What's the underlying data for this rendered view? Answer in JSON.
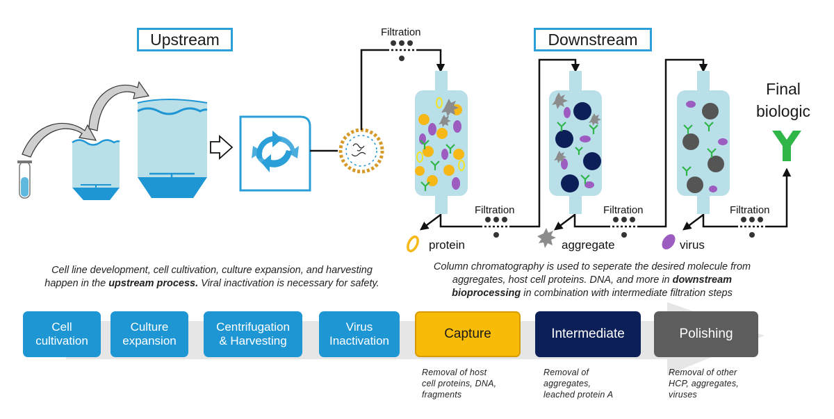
{
  "headers": {
    "upstream": "Upstream",
    "downstream": "Downstream"
  },
  "filtration_labels": [
    "Filtration",
    "Filtration",
    "Filtration",
    "Filtration"
  ],
  "legend": {
    "protein": "protein",
    "aggregate": "aggregate",
    "virus": "virus"
  },
  "final_biologic": {
    "line1": "Final",
    "line2": "biologic"
  },
  "upstream_description": {
    "line1": "Cell line development, cell cultivation, culture expansion, and harvesting",
    "line2_pre": "happen in the ",
    "line2_bold": "upstream process.",
    "line2_post": " Viral inactivation is necessary for safety."
  },
  "downstream_description": {
    "line1": "Column chromatography is used to seperate the desired molecule from",
    "line2_pre": "aggregates, host cell proteins. DNA, and more in ",
    "line2_bold": "downstream",
    "line3_bold": "bioprocessing",
    "line3_post": " in combination with intermediate filtration steps"
  },
  "steps": [
    {
      "label": "Cell\ncultivation",
      "color": "#1e96d4"
    },
    {
      "label": "Culture\nexpansion",
      "color": "#1e96d4"
    },
    {
      "label": "Centrifugation\n& Harvesting",
      "color": "#1e96d4"
    },
    {
      "label": "Virus\nInactivation",
      "color": "#1e96d4"
    },
    {
      "label": "Capture",
      "color": "#f9bc06"
    },
    {
      "label": "Intermediate",
      "color": "#0c1f57"
    },
    {
      "label": "Polishing",
      "color": "#5d5d5d"
    }
  ],
  "notes": {
    "capture": "Removal of host\ncell proteins, DNA,\nfragments",
    "intermediate": "Removal of\naggregates,\nleached protein A",
    "polishing": "Removal of other\nHCP, aggregates,\nviruses"
  },
  "colors": {
    "accent_blue": "#2a9fd8",
    "vessel_fill": "#b9dfe9",
    "protein": "#f5b817",
    "antibody": "#2fb548",
    "virus": "#9c5cc0",
    "dark_blob": "#0c1f57",
    "grey_blob": "#555555",
    "spiky": "#8c8c8c",
    "final_y": "#2fb548"
  }
}
